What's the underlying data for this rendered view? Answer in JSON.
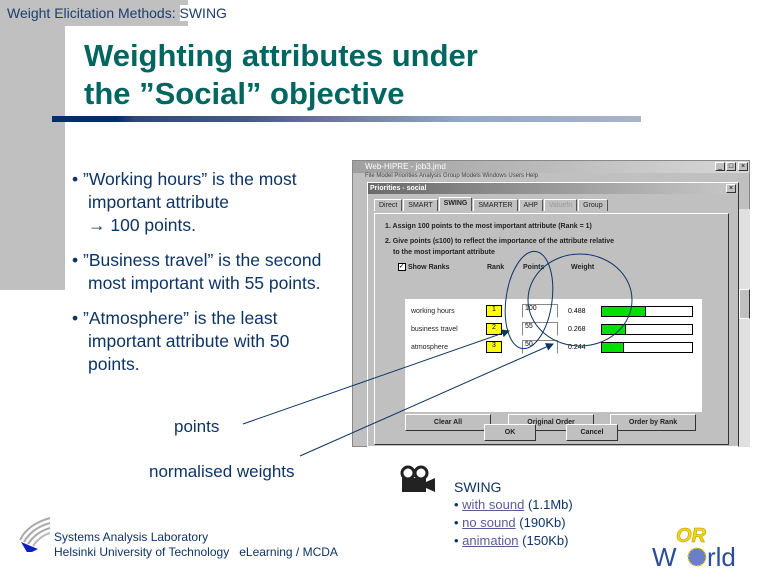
{
  "header": {
    "breadcrumb_prefix": "Weight Elicitation Methods:",
    "breadcrumb_current": "SWING"
  },
  "title": {
    "line1": "Weighting attributes under",
    "line2": "the ”Social” objective"
  },
  "bullets": [
    {
      "line1": "”Working hours” is the most",
      "line2": "important attribute",
      "line3": "→ 100 points."
    },
    {
      "line1": "”Business travel” is the second",
      "line2": "most important with 55 points."
    },
    {
      "line1": "”Atmosphere” is the least",
      "line2": "important attribute with 50",
      "line3": "points."
    }
  ],
  "annotations": {
    "points": "points",
    "weights": "normalised weights"
  },
  "screenshot": {
    "window_title": "Web-HIPRE - job3.jmd",
    "menu": "File  Model  Priorities  Analysis  Group Models  Windows  Users  Help",
    "dialog_title": "Priorities - social",
    "tabs": [
      {
        "label": "Direct"
      },
      {
        "label": "SMART"
      },
      {
        "label": "SWING"
      },
      {
        "label": "SMARTER"
      },
      {
        "label": "AHP"
      },
      {
        "label": "Valuefn"
      },
      {
        "label": "Group"
      }
    ],
    "instruction1": "1. Assign 100 points to the most important attribute (Rank = 1)",
    "instruction2": "2. Give points (≤100) to reflect the importance of the attribute relative",
    "instruction3": "to the most important attribute",
    "show_ranks": "Show Ranks",
    "col_rank": "Rank",
    "col_points": "Points",
    "col_weight": "Weight",
    "rows": [
      {
        "name": "working hours",
        "rank": "1",
        "points": "100",
        "weight": "0.488",
        "fill": 0.488
      },
      {
        "name": "business travel",
        "rank": "2",
        "points": "55",
        "weight": "0.268",
        "fill": 0.268
      },
      {
        "name": "atmosphere",
        "rank": "3",
        "points": "50",
        "weight": "0.244",
        "fill": 0.244
      }
    ],
    "btn_clear": "Clear All",
    "btn_original": "Original Order",
    "btn_order": "Order by Rank",
    "btn_ok": "OK",
    "btn_cancel": "Cancel"
  },
  "media": {
    "heading": "SWING",
    "links": [
      {
        "label": "with sound",
        "size": "(1.1Mb)"
      },
      {
        "label": "no sound",
        "size": "(190Kb)"
      },
      {
        "label": "animation",
        "size": "(150Kb)"
      }
    ]
  },
  "footer": {
    "line1": "Systems Analysis Laboratory",
    "line2": "Helsinki University of Technology",
    "course": "eLearning / MCDA"
  },
  "logo": {
    "text1": "OR",
    "text2": "World"
  },
  "colors": {
    "title": "#00665f",
    "text": "#0d3465",
    "bar_fill": "#00e000",
    "rank_box": "#ffff00"
  }
}
